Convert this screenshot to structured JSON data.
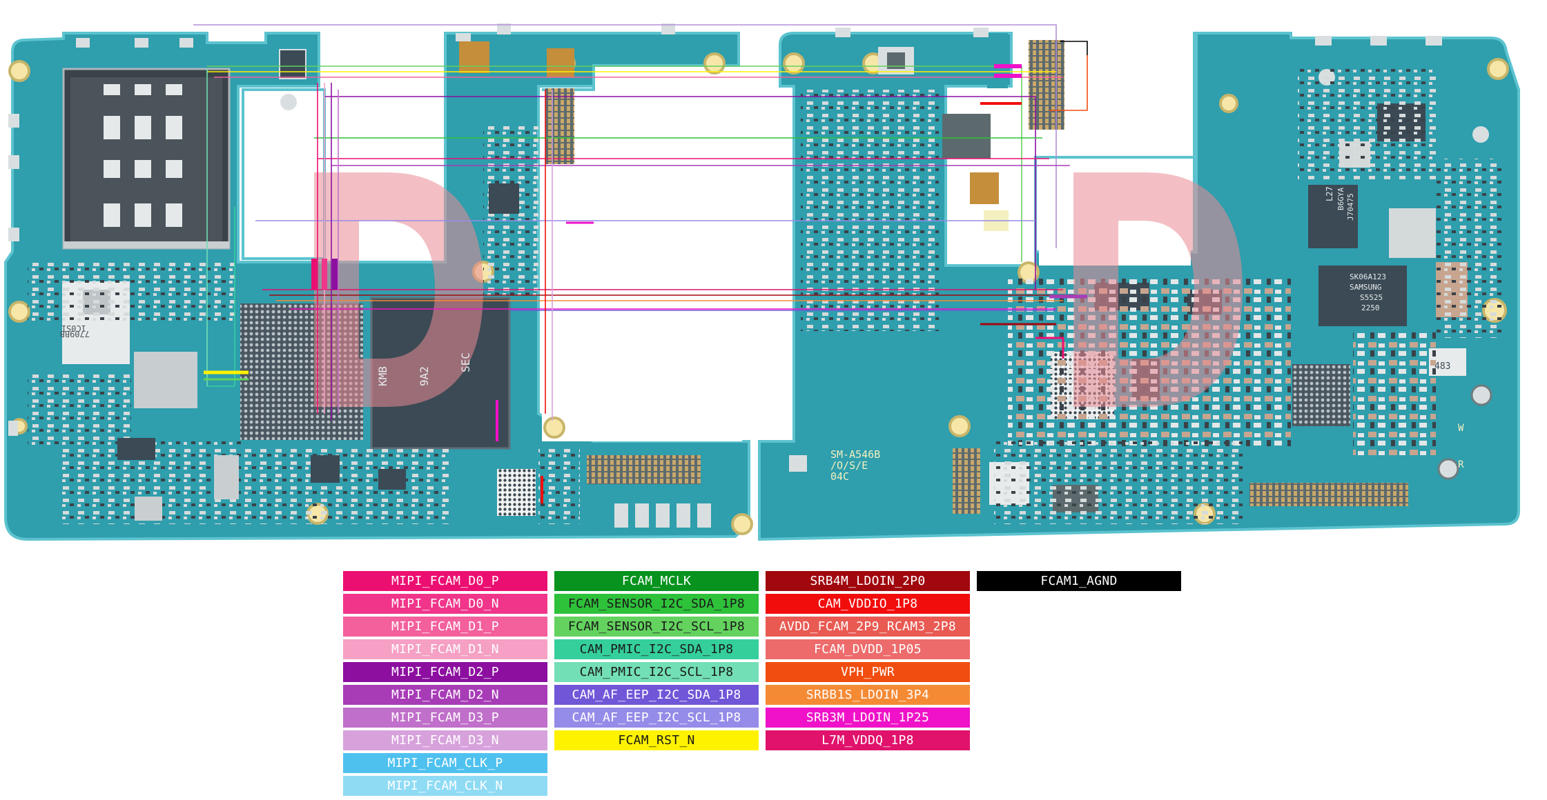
{
  "board": {
    "silkscreen": [
      "SM-A546B",
      "/O/S/E",
      "04C"
    ],
    "chip_labels": {
      "chip1": [
        "L27",
        "B6GYA",
        "J70475"
      ],
      "chip2": [
        "SK06A123",
        "SAMSUNG",
        "S5525",
        "2250"
      ],
      "chip3": [
        "KMB",
        "9A2",
        "SEC"
      ],
      "chip4": [
        "483"
      ],
      "chip5": [
        "7709BB",
        "1C0SI"
      ],
      "ant_w": "W",
      "ant_r": "R"
    },
    "colors": {
      "pcb": "#2f9ead",
      "pcb_dark": "#1f7f8c",
      "pcb_edge": "#5cc3cf",
      "pad": "#d9dfe0",
      "chip": "#3b4a55",
      "connector": "#6f7c7e",
      "watermark": "#e98a93"
    }
  },
  "legend": {
    "columns": [
      [
        {
          "label": "MIPI_FCAM_D0_P",
          "bg": "#ec0f72",
          "fg": "#ffffff"
        },
        {
          "label": "MIPI_FCAM_D0_N",
          "bg": "#f0358a",
          "fg": "#ffffff"
        },
        {
          "label": "MIPI_FCAM_D1_P",
          "bg": "#f3609c",
          "fg": "#ffffff"
        },
        {
          "label": "MIPI_FCAM_D1_N",
          "bg": "#f5a0c4",
          "fg": "#ffffff"
        },
        {
          "label": "MIPI_FCAM_D2_P",
          "bg": "#8c0fa0",
          "fg": "#ffffff"
        },
        {
          "label": "MIPI_FCAM_D2_N",
          "bg": "#a83cb7",
          "fg": "#ffffff"
        },
        {
          "label": "MIPI_FCAM_D3_P",
          "bg": "#c06fca",
          "fg": "#ffffff"
        },
        {
          "label": "MIPI_FCAM_D3_N",
          "bg": "#d7a2dc",
          "fg": "#ffffff"
        },
        {
          "label": "MIPI_FCAM_CLK_P",
          "bg": "#4fc1ef",
          "fg": "#ffffff"
        },
        {
          "label": "MIPI_FCAM_CLK_N",
          "bg": "#8fdbf4",
          "fg": "#ffffff"
        }
      ],
      [
        {
          "label": "FCAM_MCLK",
          "bg": "#07931e",
          "fg": "#ffffff"
        },
        {
          "label": "FCAM_SENSOR_I2C_SDA_1P8",
          "bg": "#2ec13a",
          "fg": "#1a1a1a"
        },
        {
          "label": "FCAM_SENSOR_I2C_SCL_1P8",
          "bg": "#63d25e",
          "fg": "#1a1a1a"
        },
        {
          "label": "CAM_PMIC_I2C_SDA_1P8",
          "bg": "#35cf9b",
          "fg": "#1a1a1a"
        },
        {
          "label": "CAM_PMIC_I2C_SCL_1P8",
          "bg": "#73dfb6",
          "fg": "#1a1a1a"
        },
        {
          "label": "CAM_AF_EEP_I2C_SDA_1P8",
          "bg": "#7156d8",
          "fg": "#ffffff"
        },
        {
          "label": "CAM_AF_EEP_I2C_SCL_1P8",
          "bg": "#958be8",
          "fg": "#ffffff"
        },
        {
          "label": "FCAM_RST_N",
          "bg": "#fff200",
          "fg": "#1a1a1a"
        }
      ],
      [
        {
          "label": "SRB4M_LDOIN_2P0",
          "bg": "#a0080e",
          "fg": "#ffffff"
        },
        {
          "label": "CAM_VDDIO_1P8",
          "bg": "#f20d0d",
          "fg": "#ffffff"
        },
        {
          "label": "AVDD_FCAM_2P9_RCAM3_2P8",
          "bg": "#e85a52",
          "fg": "#ffffff"
        },
        {
          "label": "FCAM_DVDD_1P05",
          "bg": "#ed6b6b",
          "fg": "#ffffff"
        },
        {
          "label": "VPH_PWR",
          "bg": "#f04d0f",
          "fg": "#ffffff"
        },
        {
          "label": "SRBB1S_LDOIN_3P4",
          "bg": "#f58a35",
          "fg": "#ffffff"
        },
        {
          "label": "SRB3M_LDOIN_1P25",
          "bg": "#ef12c8",
          "fg": "#ffffff"
        },
        {
          "label": "L7M_VDDQ_1P8",
          "bg": "#e0126c",
          "fg": "#ffffff"
        }
      ],
      [
        {
          "label": "FCAM1_AGND",
          "bg": "#000000",
          "fg": "#ffffff"
        }
      ]
    ]
  }
}
